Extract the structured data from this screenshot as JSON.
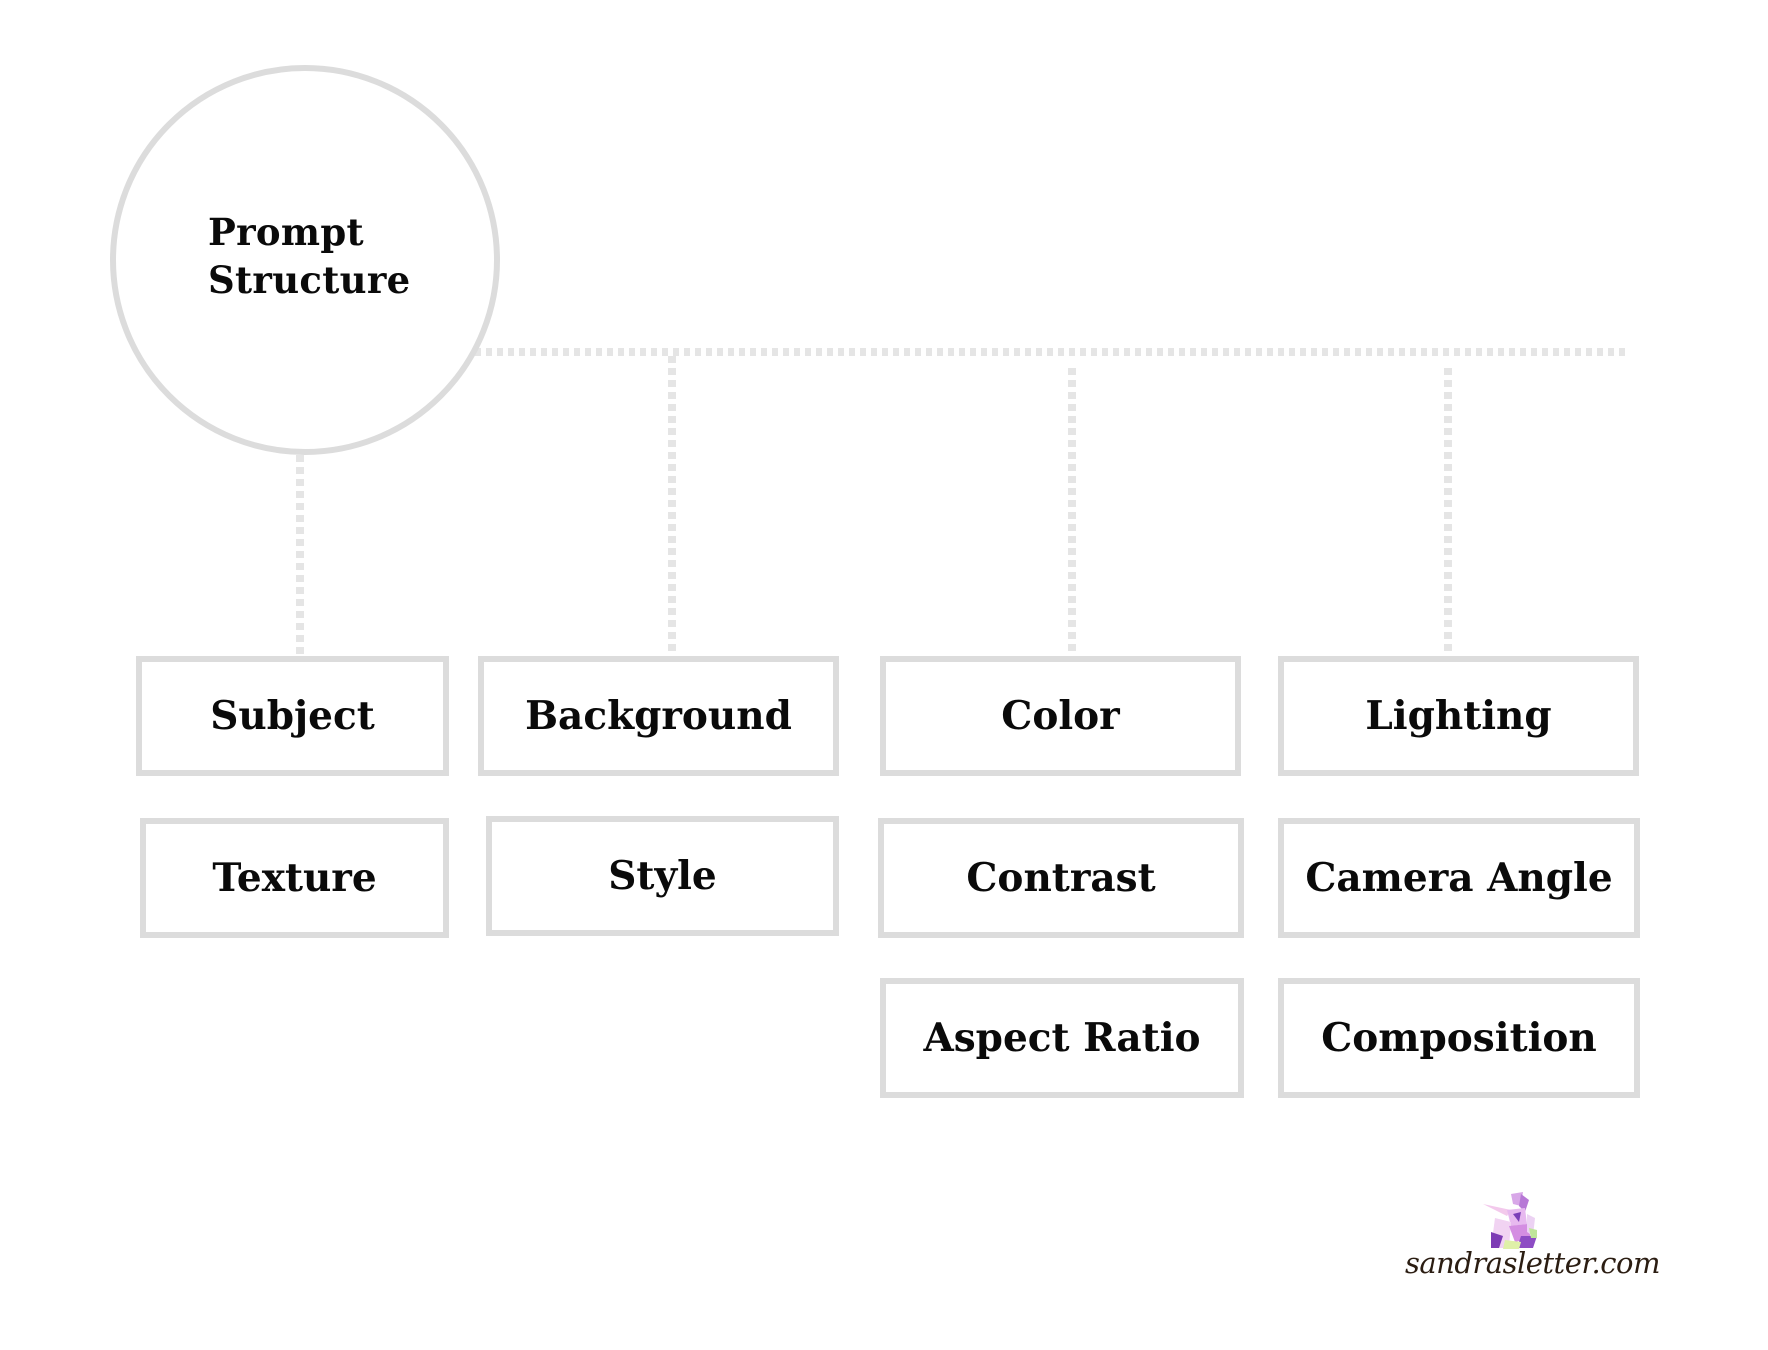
{
  "diagram": {
    "title": "Prompt Structure",
    "root": {
      "line1": "Prompt",
      "line2": "Structure"
    },
    "columns": [
      {
        "name": "subject-column",
        "items": [
          "Subject",
          "Texture"
        ]
      },
      {
        "name": "background-column",
        "items": [
          "Background",
          "Style"
        ]
      },
      {
        "name": "color-column",
        "items": [
          "Color",
          "Contrast",
          "Aspect Ratio"
        ]
      },
      {
        "name": "lighting-column",
        "items": [
          "Lighting",
          "Camera Angle",
          "Composition"
        ]
      }
    ],
    "nodes": {
      "subject": "Subject",
      "texture": "Texture",
      "background": "Background",
      "style": "Style",
      "color": "Color",
      "contrast": "Contrast",
      "aspect_ratio": "Aspect Ratio",
      "lighting": "Lighting",
      "camera_angle": "Camera Angle",
      "composition": "Composition"
    },
    "colors": {
      "border": "#dcdcdc",
      "connector": "#e5e5e5",
      "text": "#0a0a0a",
      "background": "#ffffff"
    }
  },
  "footer": {
    "logo_icon": "unicorn-icon",
    "brand_text": "sandrasletter.com",
    "brand_color": "#2b1d12"
  }
}
